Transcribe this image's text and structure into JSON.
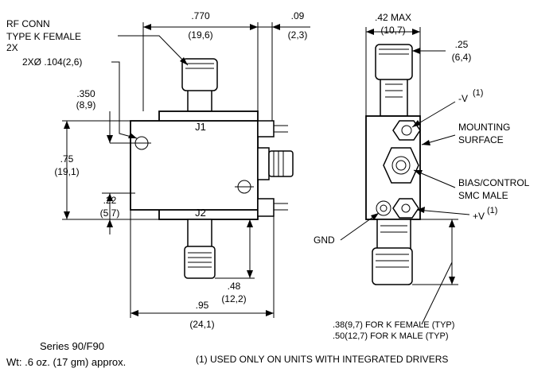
{
  "labels": {
    "rf_conn_line1": "RF CONN",
    "rf_conn_line2": "TYPE K FEMALE",
    "rf_conn_line3": "2X",
    "hole_dia": "2XØ .104(2,6)",
    "dim_770": ".770",
    "dim_770_mm": "(19,6)",
    "dim_09": ".09",
    "dim_09_mm": "(2,3)",
    "dim_42": ".42 MAX",
    "dim_42_mm": "(10,7)",
    "dim_25": ".25",
    "dim_25_mm": "(6,4)",
    "dim_350": ".350",
    "dim_350_mm": "(8,9)",
    "dim_75": ".75",
    "dim_75_mm": "(19,1)",
    "dim_22": ".22",
    "dim_22_mm": "(5,7)",
    "dim_48": ".48",
    "dim_48_mm": "(12,2)",
    "dim_95": ".95",
    "dim_95_mm": "(24,1)",
    "port_j1": "J1",
    "port_j2": "J2",
    "neg_v": "-V",
    "neg_v_sup": "(1)",
    "pos_v": "+V",
    "pos_v_sup": "(1)",
    "mounting_line1": "MOUNTING",
    "mounting_line2": "SURFACE",
    "bias_line1": "BIAS/CONTROL",
    "bias_line2": "SMC MALE",
    "gnd": "GND",
    "note_female": ".38(9,7) FOR K FEMALE (TYP)",
    "note_male": ".50(12,7) FOR K MALE (TYP)",
    "footnote": "(1) USED ONLY ON UNITS WITH INTEGRATED DRIVERS",
    "series": "Series 90/F90",
    "weight": "Wt: .6 oz. (17 gm) approx."
  }
}
